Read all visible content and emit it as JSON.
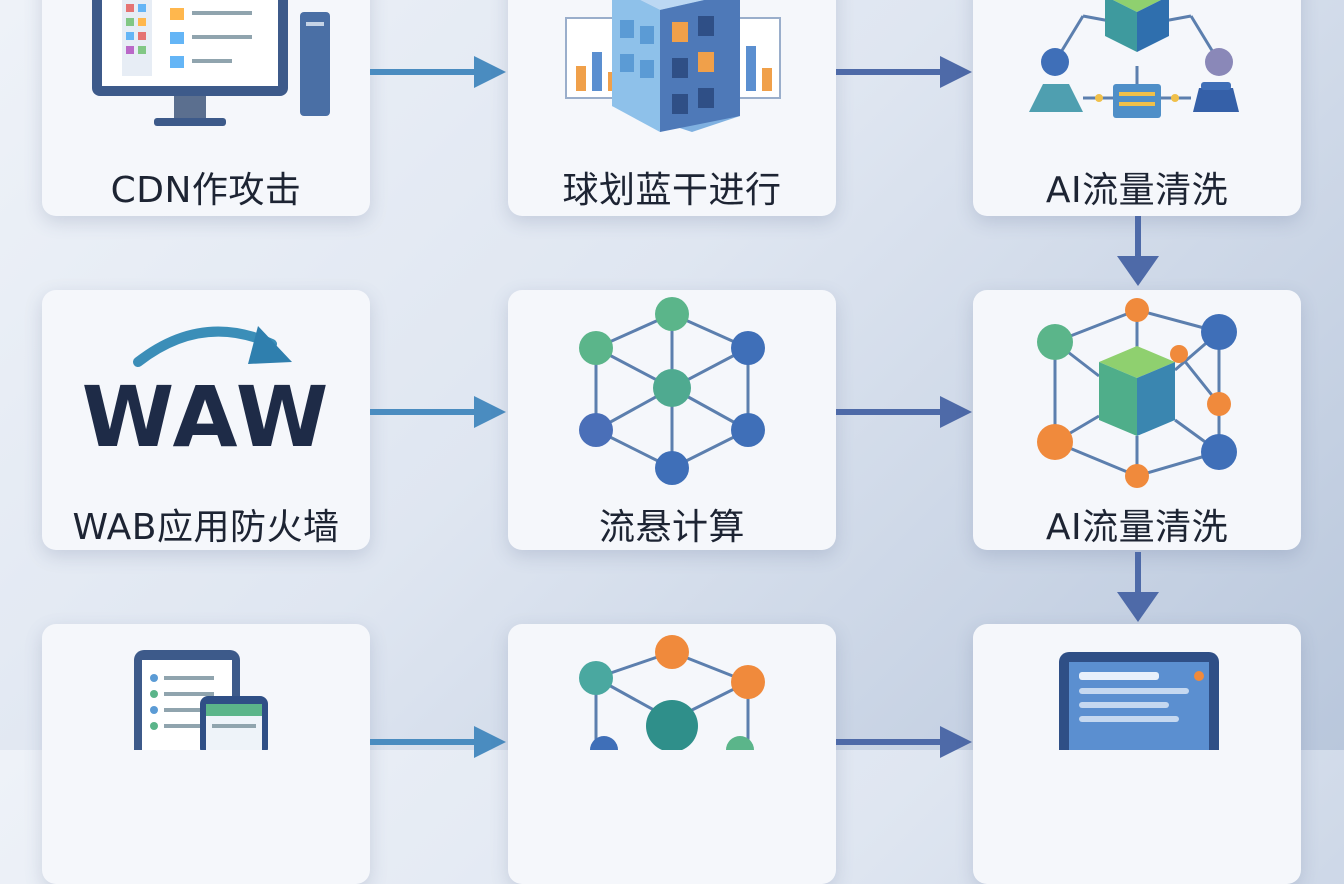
{
  "nodes": {
    "cdn": {
      "label": "CDN作攻击"
    },
    "global": {
      "label": "球划蓝干进行"
    },
    "ai1": {
      "label": "AI流量清洗"
    },
    "waf": {
      "label": "WAB应用防火墙",
      "logo_text": "WAW"
    },
    "compute": {
      "label": "流悬计算"
    },
    "ai2": {
      "label": "AI流量清洗"
    }
  },
  "colors": {
    "arrow_blue": "#4a8cc0",
    "arrow_navy": "#4e6aa8",
    "node_green": "#5bb58a",
    "node_blue": "#3f6fb8",
    "node_orange": "#f08a3c",
    "cube_green": "#6ac26a"
  }
}
